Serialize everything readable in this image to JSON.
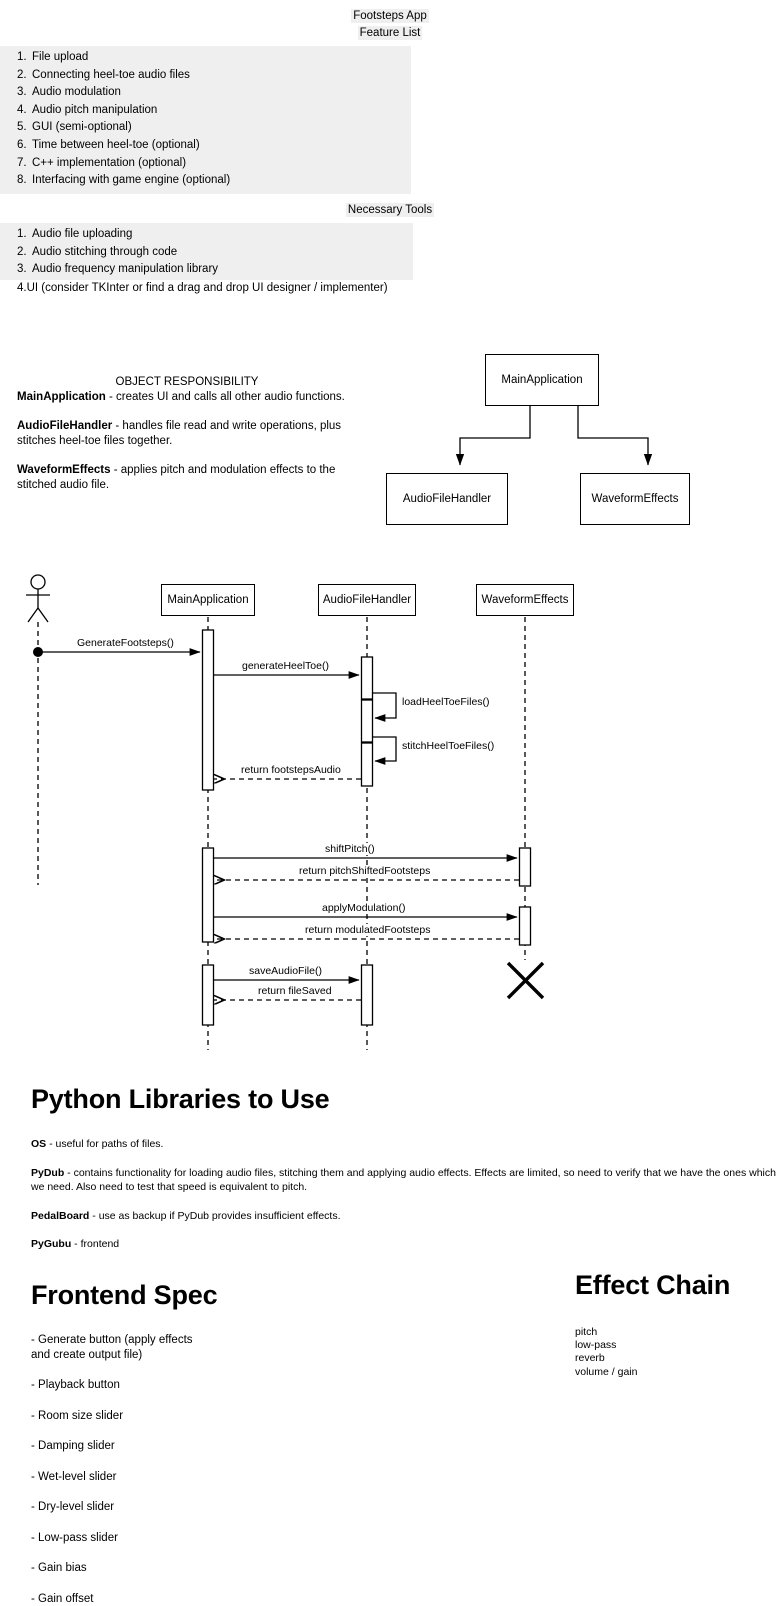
{
  "feature_section": {
    "title_line_1": "Footsteps App",
    "title_line_2": "Feature List",
    "items": [
      "File upload",
      "Connecting heel-toe audio files",
      "Audio modulation",
      "Audio pitch manipulation",
      "GUI (semi-optional)",
      "Time between heel-toe (optional)",
      "C++ implementation (optional)",
      "Interfacing with game engine (optional)"
    ],
    "numbers": [
      "1.",
      "2.",
      "3.",
      "4.",
      "5.",
      "6.",
      "7.",
      "8."
    ]
  },
  "tools_section": {
    "title": "Necessary Tools",
    "shaded_items": [
      "Audio file uploading",
      "Audio stitching through code",
      "Audio frequency manipulation library"
    ],
    "shaded_numbers": [
      "1.",
      "2.",
      "3."
    ],
    "unshaded_number": "4.",
    "unshaded_item": "UI (consider TKInter or find a drag and drop UI designer / implementer)"
  },
  "responsibility": {
    "heading": "OBJECT RESPONSIBILITY",
    "entries": [
      {
        "name": "MainApplication",
        "text": " - creates UI and calls all other audio functions."
      },
      {
        "name": "AudioFileHandler",
        "text": " - handles file read and write operations, plus stitches heel-toe files together."
      },
      {
        "name": "WaveformEffects",
        "text": " - applies pitch and modulation effects to the stitched audio file."
      }
    ]
  },
  "class_diagram": {
    "root": "MainApplication",
    "children": [
      "AudioFileHandler",
      "WaveformEffects"
    ]
  },
  "sequence_diagram": {
    "actor": "actor-stick-figure",
    "participants": [
      "MainApplication",
      "AudioFileHandler",
      "WaveformEffects"
    ],
    "messages": [
      {
        "label": "GenerateFootsteps()",
        "kind": "call",
        "from": "actor",
        "to": "MainApplication"
      },
      {
        "label": "generateHeelToe()",
        "kind": "call",
        "from": "MainApplication",
        "to": "AudioFileHandler"
      },
      {
        "label": "loadHeelToeFiles()",
        "kind": "self",
        "from": "AudioFileHandler",
        "to": "AudioFileHandler"
      },
      {
        "label": "stitchHeelToeFiles()",
        "kind": "self",
        "from": "AudioFileHandler",
        "to": "AudioFileHandler"
      },
      {
        "label": "return footstepsAudio",
        "kind": "return",
        "from": "AudioFileHandler",
        "to": "MainApplication"
      },
      {
        "label": "shiftPitch()",
        "kind": "call",
        "from": "MainApplication",
        "to": "WaveformEffects"
      },
      {
        "label": "return pitchShiftedFootsteps",
        "kind": "return",
        "from": "WaveformEffects",
        "to": "MainApplication"
      },
      {
        "label": "applyModulation()",
        "kind": "call",
        "from": "MainApplication",
        "to": "WaveformEffects"
      },
      {
        "label": "return modulatedFootsteps",
        "kind": "return",
        "from": "WaveformEffects",
        "to": "MainApplication"
      },
      {
        "label": "saveAudioFile()",
        "kind": "call",
        "from": "MainApplication",
        "to": "AudioFileHandler"
      },
      {
        "label": "return fileSaved",
        "kind": "return",
        "from": "AudioFileHandler",
        "to": "MainApplication"
      }
    ],
    "destruction_marker": "WaveformEffects"
  },
  "python_libs": {
    "heading": "Python Libraries to Use",
    "entries": [
      {
        "name": "OS",
        "text": " - useful for paths of files."
      },
      {
        "name": "PyDub",
        "text": " - contains functionality for loading audio files, stitching them and applying audio effects. Effects are limited, so need to verify that we have the ones which we need. Also need to test that speed is equivalent to pitch."
      },
      {
        "name": "PedalBoard",
        "text": " - use as backup if PyDub provides insufficient effects."
      },
      {
        "name": "PyGubu",
        "text": " - frontend"
      }
    ]
  },
  "frontend_spec": {
    "heading": "Frontend Spec",
    "items": [
      "- Generate button (apply effects\nand create output file)",
      "- Playback button",
      "- Room size slider",
      "- Damping slider",
      "- Wet-level slider",
      "- Dry-level slider",
      "- Low-pass slider",
      "- Gain bias",
      "- Gain offset"
    ]
  },
  "effect_chain": {
    "heading": "Effect Chain",
    "items": [
      "pitch",
      "low-pass",
      "reverb",
      "volume / gain"
    ]
  },
  "colors": {
    "highlight": "#efefef",
    "line": "#000000",
    "background": "#ffffff"
  }
}
